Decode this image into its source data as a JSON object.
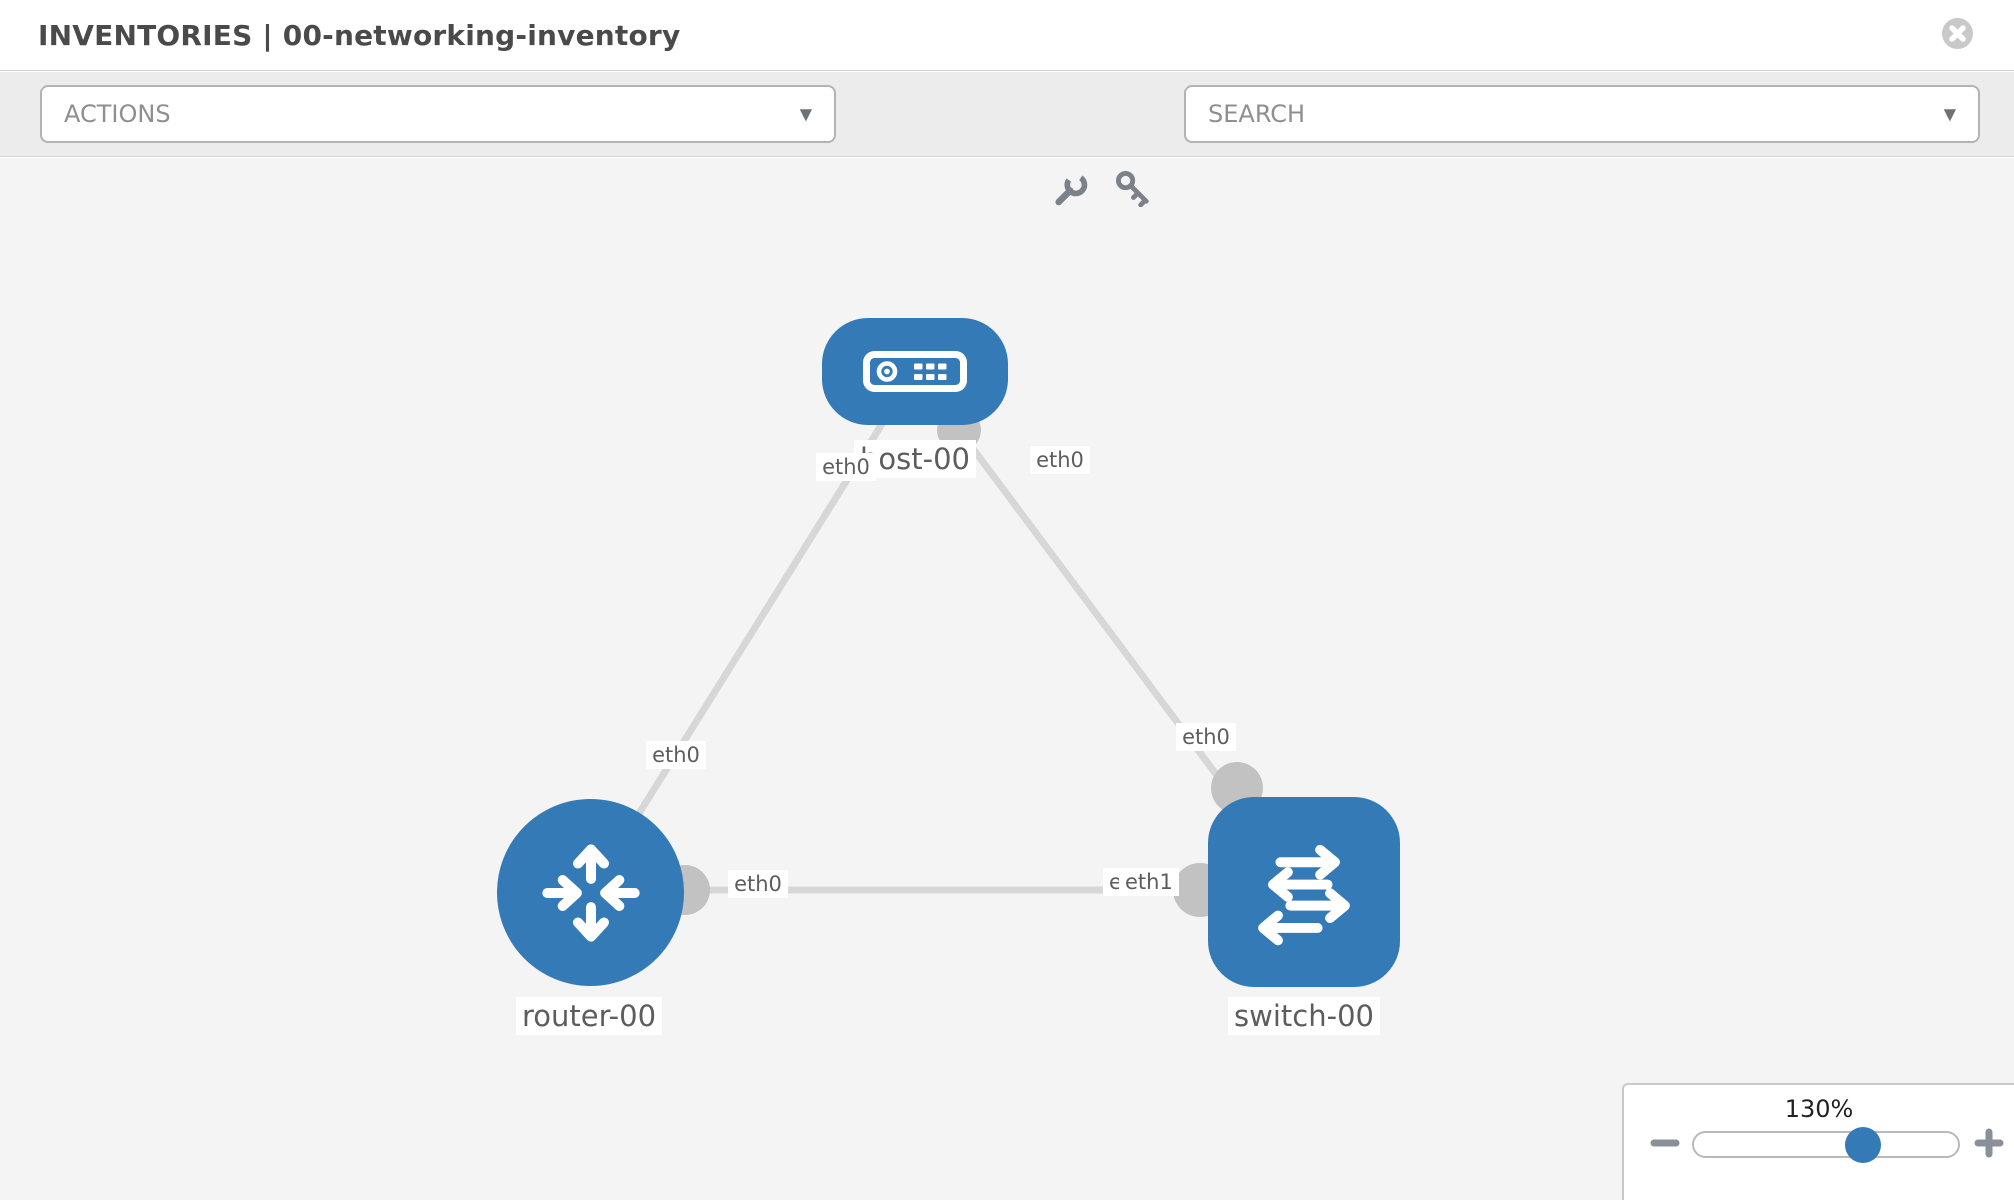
{
  "header": {
    "title": "INVENTORIES | 00-networking-inventory"
  },
  "toolbar": {
    "actions_label": "ACTIONS",
    "search_label": "SEARCH"
  },
  "graph": {
    "nodes": [
      {
        "id": "host-00",
        "type": "host",
        "label": "host-00"
      },
      {
        "id": "router-00",
        "type": "router",
        "label": "router-00"
      },
      {
        "id": "switch-00",
        "type": "switch",
        "label": "switch-00"
      }
    ],
    "links": [
      {
        "from": "host-00",
        "from_if": "eth0",
        "to": "router-00",
        "to_if": "eth0"
      },
      {
        "from": "host-00",
        "from_if": "eth0",
        "to": "switch-00",
        "to_if": "eth0"
      },
      {
        "from": "router-00",
        "from_if": "eth0",
        "to": "switch-00",
        "to_if": "eth1"
      }
    ],
    "interface_labels": {
      "host_left": "eth0",
      "host_right": "eth0",
      "router_host": "eth0",
      "router_switch": "eth0",
      "switch_host": "eth0",
      "switch_back": "eth0",
      "switch_front": "eth1"
    }
  },
  "zoom_control": {
    "level": "130%"
  },
  "colors": {
    "node_blue": "#337ab7",
    "canvas_bg": "#f4f4f4",
    "edge_gray": "#d7d7d7",
    "interface_dot": "#c2c2c2"
  }
}
